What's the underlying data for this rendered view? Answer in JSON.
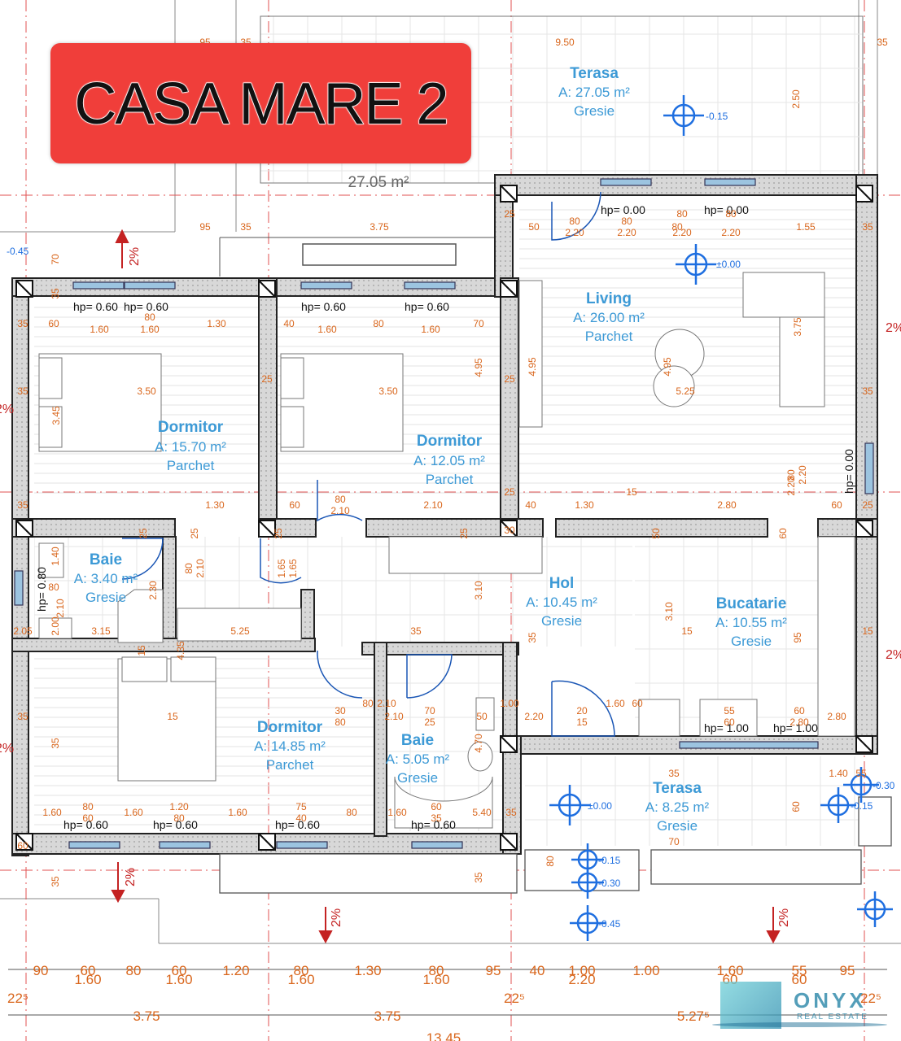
{
  "title": "CASA MARE 2",
  "total_terrace_area": "27.05 m²",
  "rooms": [
    {
      "name": "Terasa",
      "area": "A: 27.05 m²",
      "floor": "Gresie"
    },
    {
      "name": "Living",
      "area": "A: 26.00 m²",
      "floor": "Parchet"
    },
    {
      "name": "Dormitor",
      "area": "A: 15.70 m²",
      "floor": "Parchet"
    },
    {
      "name": "Dormitor",
      "area": "A: 12.05 m²",
      "floor": "Parchet"
    },
    {
      "name": "Baie",
      "area": "A: 3.40 m²",
      "floor": "Gresie"
    },
    {
      "name": "Hol",
      "area": "A: 10.45 m²",
      "floor": "Gresie"
    },
    {
      "name": "Bucatarie",
      "area": "A: 10.55 m²",
      "floor": "Gresie"
    },
    {
      "name": "Dormitor",
      "area": "A: 14.85 m²",
      "floor": "Parchet"
    },
    {
      "name": "Baie",
      "area": "A: 5.05 m²",
      "floor": "Gresie"
    },
    {
      "name": "Terasa",
      "area": "A: 8.25 m²",
      "floor": "Gresie"
    }
  ],
  "windows_hp": [
    "hp= 0.00",
    "hp= 0.00",
    "hp= 0.60",
    "hp= 0.60",
    "hp= 0.60",
    "hp= 0.60",
    "hp= 0.00",
    "hp= 0.80",
    "hp= 1.00",
    "hp= 1.00",
    "hp= 0.60",
    "hp= 0.60",
    "hp= 0.60",
    "hp= 0.60"
  ],
  "levels": [
    "-0.15",
    "±0.00",
    "-0.45",
    "±0.00",
    "-0.30",
    "-0.15",
    "-0.15",
    "-0.30",
    "-0.45"
  ],
  "slopes": [
    "2%",
    "2%",
    "2%",
    "2%",
    "2%",
    "2%",
    "2%",
    "2%"
  ],
  "interior_dims": [
    "95",
    "35",
    "9.50",
    "35",
    "2.50",
    "95",
    "35",
    "3.75",
    "25",
    "50",
    "80",
    "2.20",
    "80",
    "2.20",
    "80",
    "1.55",
    "35",
    "80",
    "2.20",
    "80",
    "2.20",
    "70",
    "35",
    "35",
    "60",
    "1.60",
    "80",
    "1.60",
    "1.30",
    "40",
    "1.60",
    "80",
    "1.60",
    "70",
    "3.50",
    "3.50",
    "3.45",
    "4.95",
    "4.95",
    "4.95",
    "25",
    "3.75",
    "5.25",
    "25",
    "35",
    "35",
    "2.20",
    "1.30",
    "60",
    "80",
    "2.10",
    "2.10",
    "25",
    "40",
    "1.30",
    "15",
    "2.80",
    "60",
    "35",
    "80",
    "2.20",
    "25",
    "30",
    "25",
    "25",
    "25",
    "25",
    "50",
    "60",
    "1.40",
    "80",
    "2.10",
    "80",
    "2.10",
    "1.65",
    "1.65",
    "2.30",
    "3.10",
    "3.10",
    "35",
    "95",
    "2.05",
    "2.00",
    "3.15",
    "5.25",
    "35",
    "15",
    "15",
    "15",
    "4.35",
    "80",
    "2.10",
    "15",
    "30",
    "80",
    "2.10",
    "70",
    "25",
    "50",
    "1.00",
    "2.20",
    "20",
    "15",
    "1.60",
    "60",
    "55",
    "60",
    "60",
    "2.80",
    "2.80",
    "35",
    "4.70",
    "35",
    "35",
    "1.40",
    "55",
    "60",
    "1.60",
    "80",
    "60",
    "1.60",
    "1.20",
    "80",
    "1.60",
    "75",
    "40",
    "80",
    "1.60",
    "60",
    "35",
    "5.40",
    "35",
    "70",
    "60",
    "35",
    "35",
    "80"
  ],
  "bottom_dims_row1": [
    "90",
    "60",
    "80",
    "60",
    "1.20",
    "80",
    "1.30",
    "80",
    "95",
    "40",
    "1.00",
    "1.00",
    "1.60",
    "55",
    "95"
  ],
  "bottom_dims_row1_sub": [
    "1.60",
    "1.60",
    "1.60",
    "1.60",
    "2.20",
    "60",
    "60"
  ],
  "bottom_dims_row2": [
    "22⁵",
    "22⁵",
    "22⁵"
  ],
  "bottom_dims_row3": [
    "3.75",
    "3.75",
    "5.27⁵"
  ],
  "bottom_total_partial": "13.45",
  "logo": {
    "name": "ONYX",
    "tagline": "REAL ESTATE"
  }
}
